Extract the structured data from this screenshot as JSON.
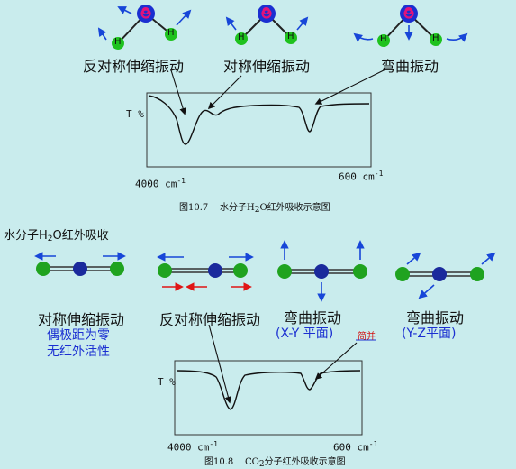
{
  "colors": {
    "background": "#c9eced",
    "oxygen": "#1b2fd1",
    "oxygen_center": "#e2137a",
    "hydrogen": "#1ec21e",
    "co2_carbon": "#1a2a9c",
    "co2_oxygen": "#1fa31f",
    "arrow_blue": "#1746d8",
    "arrow_red": "#e01515"
  },
  "water": {
    "atom_o": "O",
    "atom_h": "H",
    "modes": [
      "反对称伸缩振动",
      "对称伸缩振动",
      "弯曲振动"
    ],
    "spectrum": {
      "y_axis": "T %",
      "x_left": "4000 cm",
      "x_right": "600 cm",
      "x_exp": "-1"
    },
    "caption": {
      "fig": "图10.7",
      "text_a": "水分子H",
      "text_sub": "2",
      "text_b": "O红外吸收示意图"
    }
  },
  "co2": {
    "heading_a": "水分子H",
    "heading_sub": "2",
    "heading_b": "O红外吸收",
    "modes": [
      "对称伸缩振动",
      "反对称伸缩振动",
      "弯曲振动",
      "弯曲振动"
    ],
    "note_line1": "偶极距为零",
    "note_line2": "无红外活性",
    "plane_xy": "(X-Y 平面)",
    "plane_yz": "(Y-Z平面)",
    "degenerate": "简并",
    "spectrum": {
      "y_axis": "T %",
      "x_left": "4000 cm",
      "x_right": "600 cm",
      "x_exp": "-1"
    },
    "caption": {
      "fig": "图10.8",
      "text_a": "CO",
      "text_sub": "2",
      "text_b": "分子红外吸收示意图"
    }
  }
}
